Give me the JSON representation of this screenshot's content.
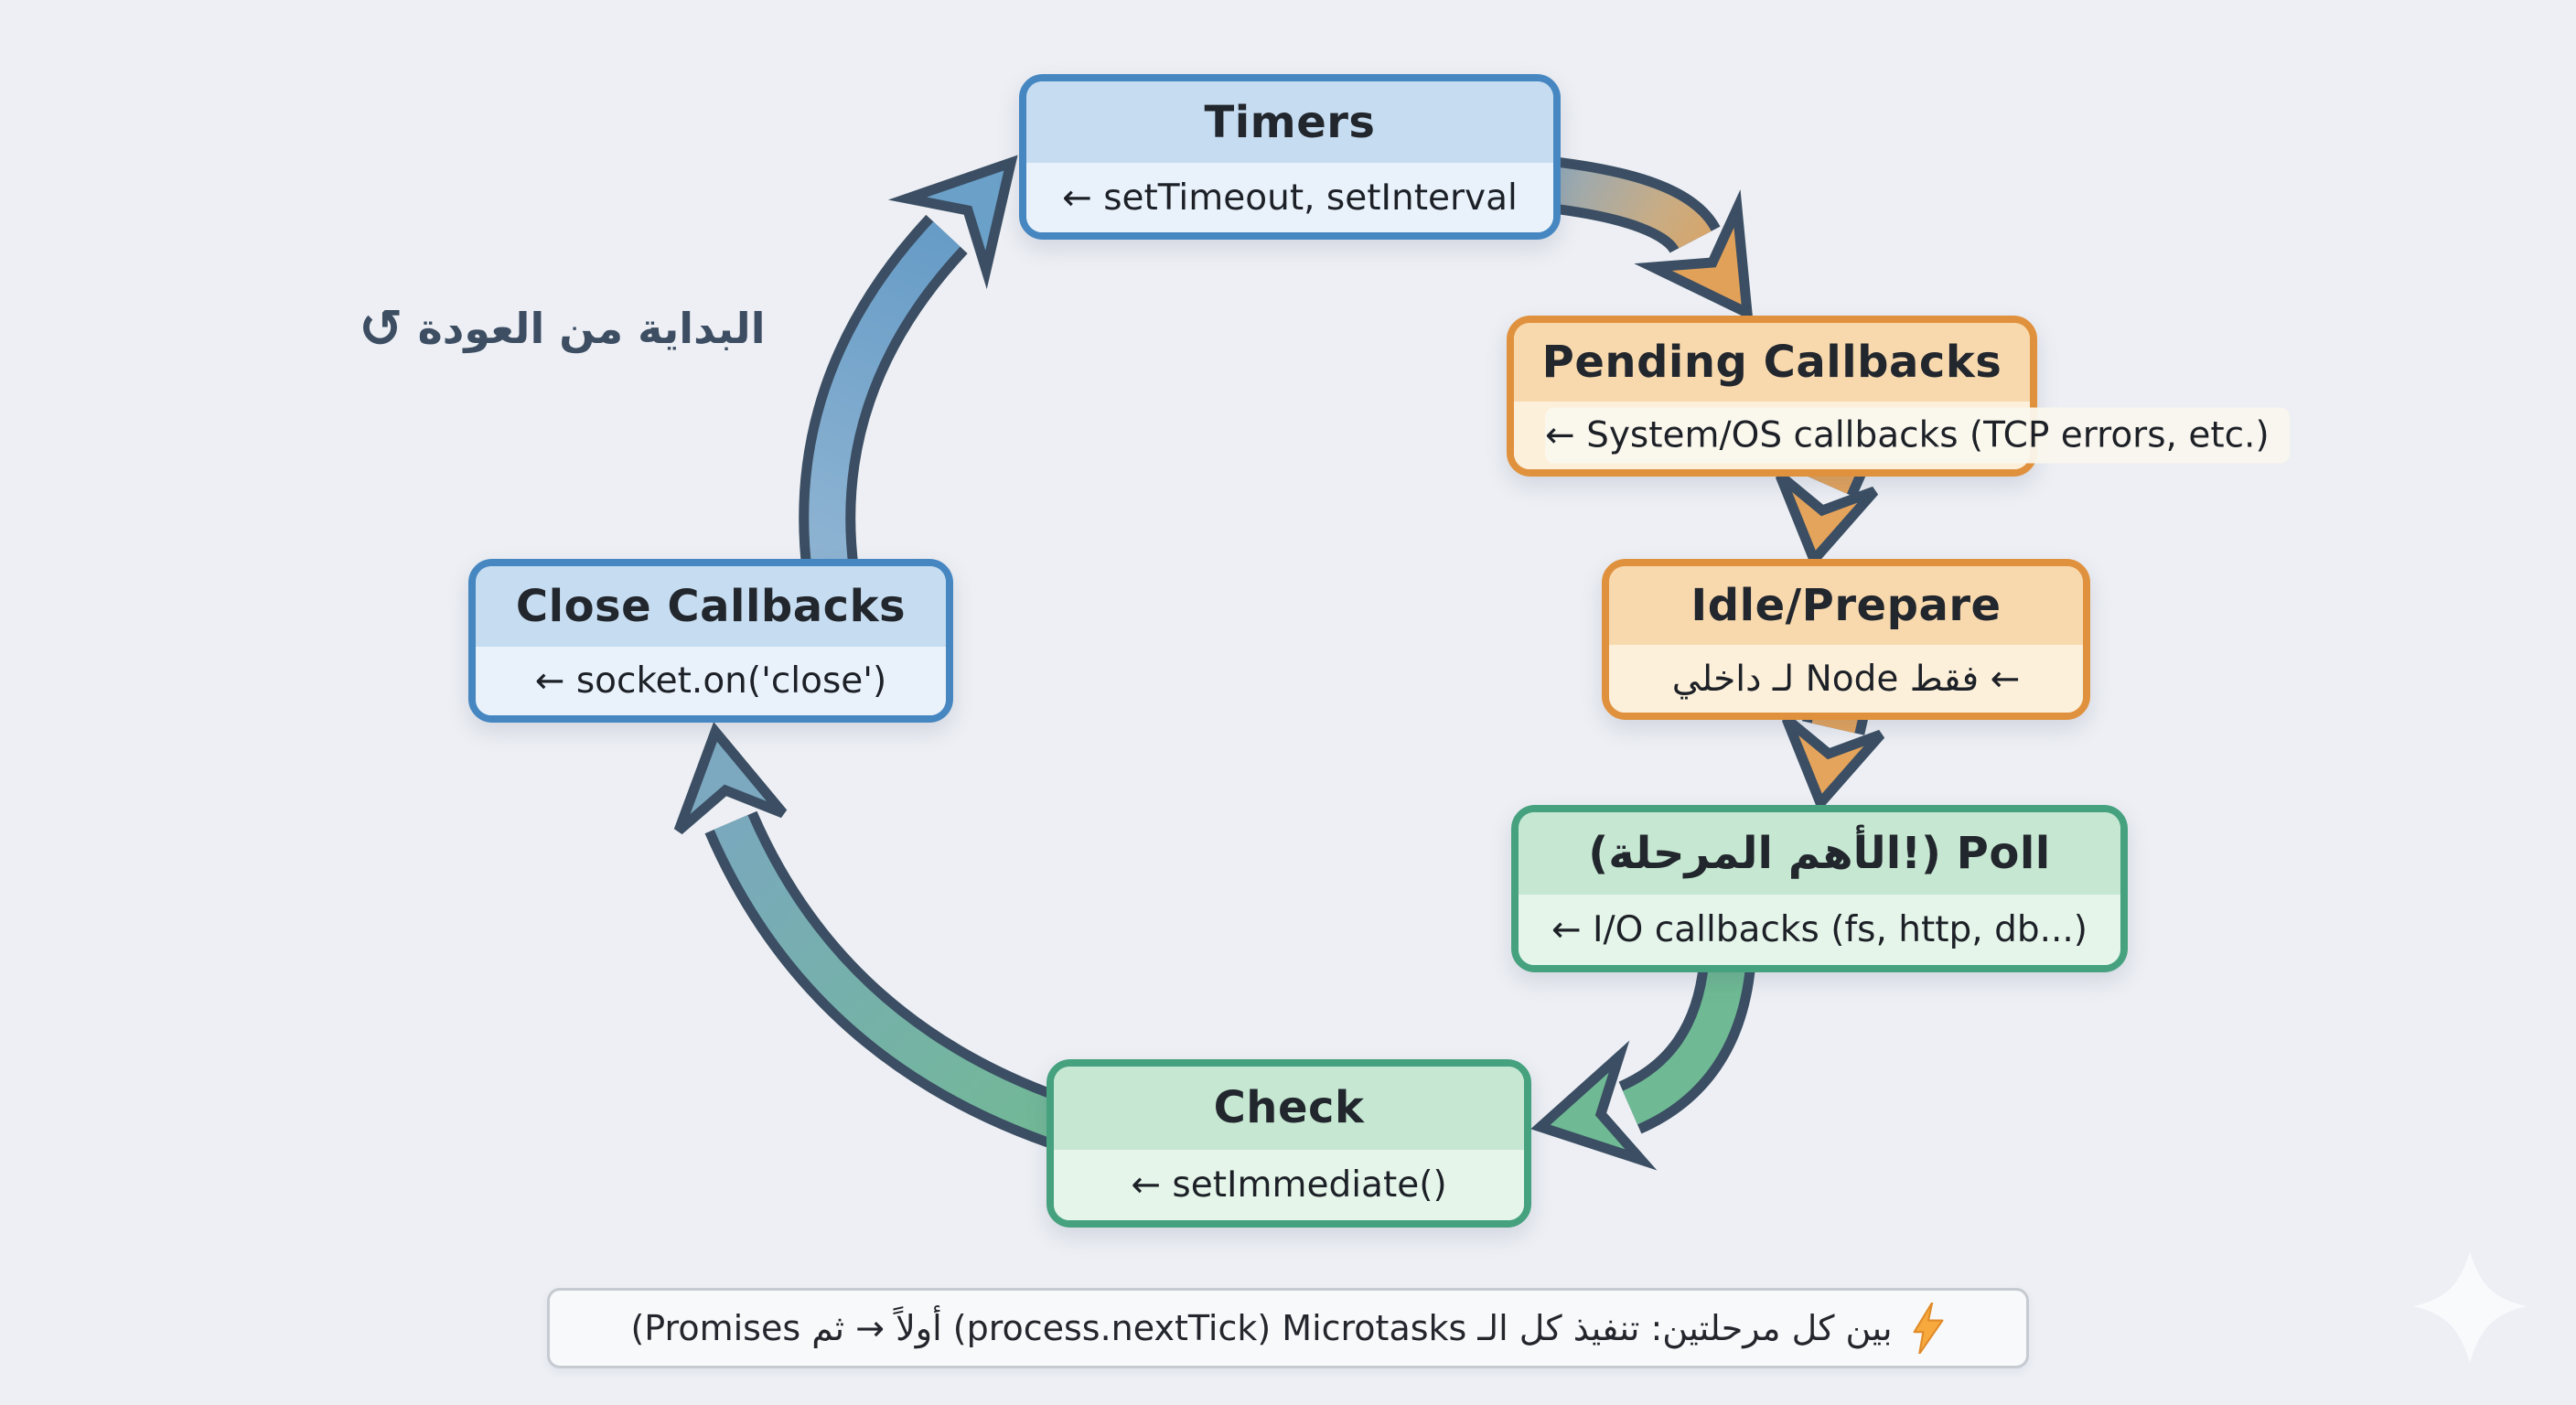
{
  "colors": {
    "background": "#edeff4",
    "blue_border": "#4687c1",
    "blue_header": "#c6dcf0",
    "blue_body": "#e9f2fb",
    "orange_border": "#e0913d",
    "orange_header": "#f8d9ae",
    "orange_body": "#fcf0da",
    "green_border": "#46a17f",
    "green_header": "#c6e7d2",
    "green_body": "#e5f5ea",
    "arrow_outline": "#3b4e63",
    "arrow_blue": "#6ba0c8",
    "arrow_orange": "#e2a159",
    "arrow_green": "#6fba94",
    "arrow_teal": "#7aa8bf",
    "note_background": "#f8f9fb",
    "note_border": "#c6cad1",
    "lightning": "#f7a93d",
    "label_text": "#3d4e63",
    "text": "#22262d"
  },
  "restart_label": {
    "icon": "↺",
    "text": "العودة‎ من‎ البداية"
  },
  "boxes": {
    "timers": {
      "title": "Timers",
      "subtitle": "← setTimeout, setInterval"
    },
    "pending": {
      "title": "Pending Callbacks",
      "subtitle": "← System/OS callbacks (TCP errors, etc.)"
    },
    "idle": {
      "title": "Idle/Prepare",
      "subtitle": "داخلي‎ لـ‎ Node فقط‎ ←"
    },
    "poll": {
      "title": "(المرحلة‎ الأهم!) Poll",
      "subtitle": "← I/O callbacks (fs, http, db...)"
    },
    "check": {
      "title": "Check",
      "subtitle": "← setImmediate()"
    },
    "close": {
      "title": "Close Callbacks",
      "subtitle": "← socket.on('close')"
    }
  },
  "footer_note": {
    "icon": "lightning",
    "text": "بين كل مرحلتين: تنفيذ كل الـ Microtasks‏ ‎(process.nextTick)‎ أولاً → ثم ‎(Promises"
  }
}
